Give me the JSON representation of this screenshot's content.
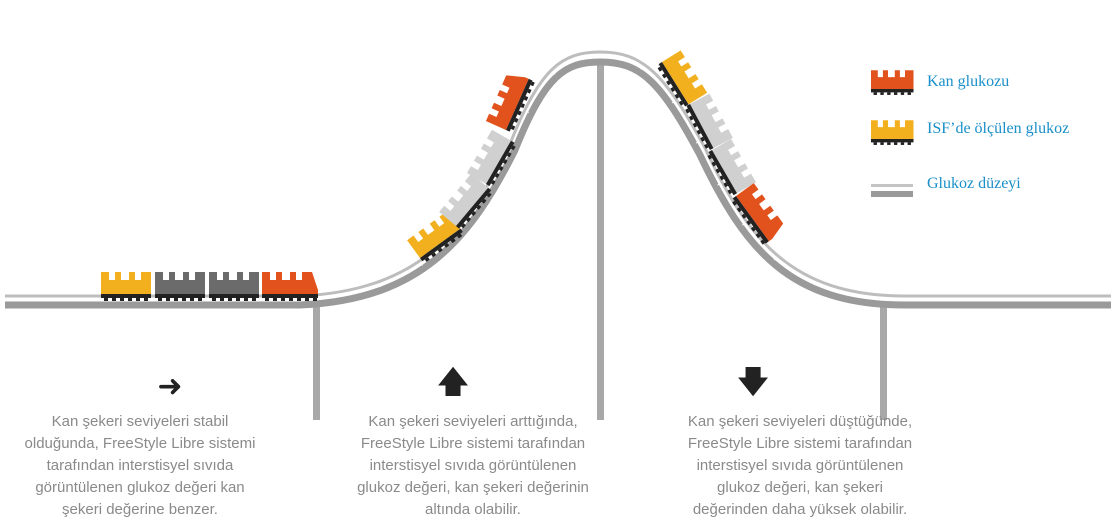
{
  "legend": {
    "items": [
      {
        "label": "Kan glukozu",
        "icon": "orange-cart-icon"
      },
      {
        "label": "ISF’de ölçülen glukoz",
        "icon": "yellow-cart-icon"
      },
      {
        "label": "Glukoz düzeyi",
        "icon": "track-line-icon"
      }
    ]
  },
  "colors": {
    "blood_glucose": "#e2521d",
    "isf_glucose": "#f2b01e",
    "past_dark": "#6b6b6b",
    "past_light": "#d0d0d0",
    "track": "#9a9a9a",
    "legend_text": "#1a8fc9",
    "caption_text": "#8a8a8a"
  },
  "sections": [
    {
      "arrow": "➜",
      "arrow_icon": "arrow-right-icon",
      "lines": [
        "Kan şekeri seviyeleri stabil",
        "olduğunda, FreeStyle Libre sistemi",
        "tarafından interstisyel sıvıda",
        "görüntülenen glukoz değeri kan",
        "şekeri değerine benzer."
      ]
    },
    {
      "arrow": "🡅",
      "arrow_icon": "arrow-up-icon",
      "lines": [
        "Kan şekeri seviyeleri arttığında,",
        "FreeStyle Libre sistemi tarafından",
        "interstisyel sıvıda görüntülenen",
        "glukoz değeri, kan şekeri değerinin",
        "altında olabilir."
      ]
    },
    {
      "arrow": "🡇",
      "arrow_icon": "arrow-down-icon",
      "lines": [
        "Kan şekeri seviyeleri düştüğünde,",
        "FreeStyle Libre sistemi tarafından",
        "interstisyel sıvıda görüntülenen",
        "glukoz değeri, kan şekeri",
        "değerinden daha yüksek olabilir."
      ]
    }
  ]
}
